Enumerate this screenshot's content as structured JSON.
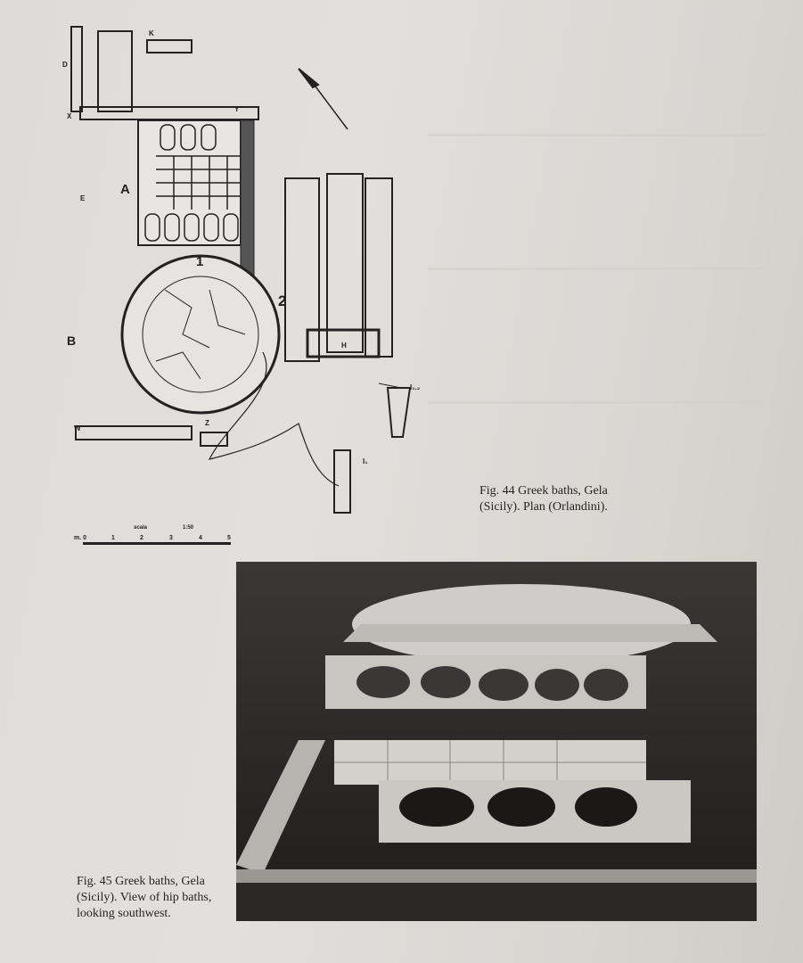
{
  "figures": [
    {
      "caption_line1": "Fig. 44 Greek baths, Gela",
      "caption_line2": "(Sicily). Plan (Orlandini)."
    },
    {
      "caption_line1": "Fig. 45 Greek baths, Gela",
      "caption_line2": "(Sicily). View of hip baths,",
      "caption_line3": "looking southwest."
    }
  ],
  "plan": {
    "labels": {
      "a": "A",
      "b": "B",
      "one": "1",
      "two": "2",
      "x": "X",
      "y": "Y",
      "d": "D",
      "k": "K",
      "e": "E",
      "w": "W",
      "z": "Z",
      "h": "H",
      "i1": "I₁",
      "i2": "I₁.₂"
    },
    "scale": {
      "title": "scala",
      "ratio": "1:50",
      "unit": "m. 0",
      "ticks": [
        "1",
        "2",
        "3",
        "4",
        "5"
      ]
    }
  }
}
